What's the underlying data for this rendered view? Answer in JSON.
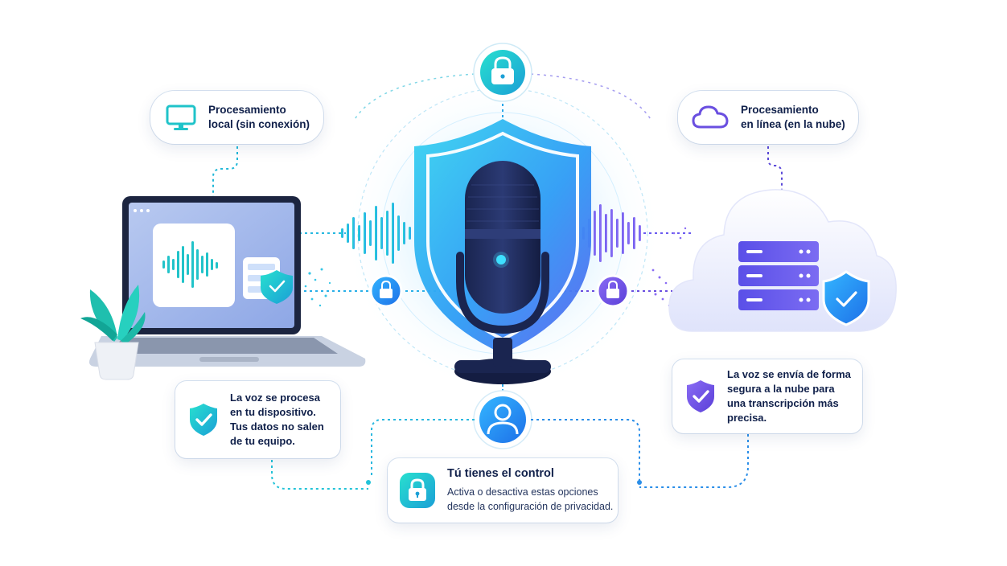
{
  "local": {
    "lines": [
      "Procesamiento",
      "local (sin conexión)"
    ],
    "icon": "monitor-icon"
  },
  "online": {
    "lines": [
      "Procesamiento",
      "en línea (en la nube)"
    ],
    "icon": "cloud-icon"
  },
  "device_note": {
    "lines": [
      "La voz se procesa",
      "en tu dispositivo.",
      "Tus datos no salen",
      "de tu equipo."
    ],
    "icon": "shield-check-icon"
  },
  "cloud_note": {
    "lines": [
      "La voz se envía de forma",
      "segura a la nube para",
      "una transcripción más",
      "precisa."
    ],
    "icon": "shield-check-icon"
  },
  "control": {
    "title": "Tú tienes el control",
    "lines": [
      "Activa o desactiva estas opciones",
      "desde la configuración de privacidad."
    ],
    "icon": "lock-icon"
  },
  "colors": {
    "teal": "#1fc3c9",
    "blue": "#1e8ef0",
    "purple": "#6a4fe0",
    "navy": "#10204a"
  }
}
